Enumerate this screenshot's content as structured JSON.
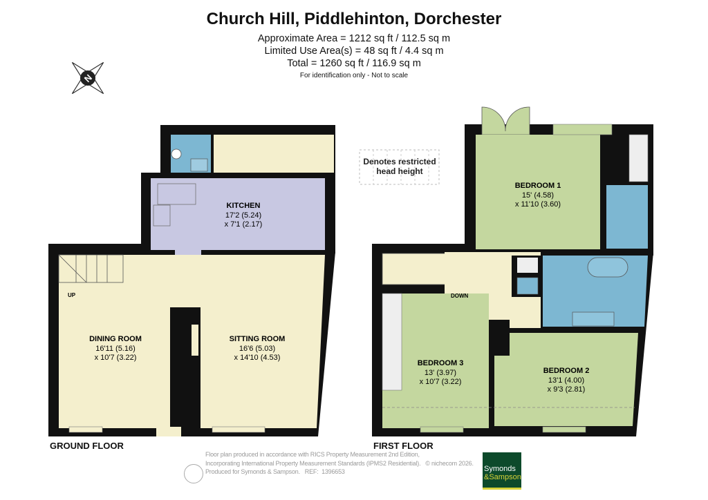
{
  "header": {
    "title": "Church Hill, Piddlehinton, Dorchester",
    "approx_area": "Approximate Area = 1212 sq ft / 112.5 sq m",
    "limited_use": "Limited Use Area(s) = 48 sq ft / 4.4 sq m",
    "total": "Total = 1260 sq ft / 116.9 sq m",
    "note": "For identification only - Not to scale"
  },
  "compass": {
    "label": "N",
    "icon": "compass-icon"
  },
  "legend": {
    "line1": "Denotes restricted",
    "line2": "head height"
  },
  "colors": {
    "walls": "#111111",
    "living": "#f4efcd",
    "kitchen": "#c8c8e2",
    "bathroom": "#7db7d2",
    "bedroom": "#c4d79f",
    "brand": "#0d4a2b"
  },
  "ground_floor": {
    "label": "GROUND FLOOR",
    "stairs": "UP",
    "rooms": [
      {
        "name": "KITCHEN",
        "dim1": "17'2 (5.24)",
        "dim2": "x 7'1 (2.17)"
      },
      {
        "name": "DINING ROOM",
        "dim1": "16'11 (5.16)",
        "dim2": "x 10'7 (3.22)"
      },
      {
        "name": "SITTING ROOM",
        "dim1": "16'6 (5.03)",
        "dim2": "x 14'10 (4.53)"
      }
    ]
  },
  "first_floor": {
    "label": "FIRST FLOOR",
    "stairs": "DOWN",
    "rooms": [
      {
        "name": "BEDROOM 1",
        "dim1": "15' (4.58)",
        "dim2": "x 11'10 (3.60)"
      },
      {
        "name": "BEDROOM 3",
        "dim1": "13' (3.97)",
        "dim2": "x 10'7 (3.22)"
      },
      {
        "name": "BEDROOM 2",
        "dim1": "13'1 (4.00)",
        "dim2": "x 9'3 (2.81)"
      }
    ]
  },
  "footer": {
    "line1": "Floor plan produced in accordance with RICS Property Measurement 2nd Edition,",
    "line2": "Incorporating International Property Measurement Standards (IPMS2 Residential).   © nichecom 2026.",
    "line3": "Produced for Symonds & Sampson.   REF:  1396653"
  },
  "logo": {
    "line1": "Symonds",
    "line2": "&Sampson"
  }
}
